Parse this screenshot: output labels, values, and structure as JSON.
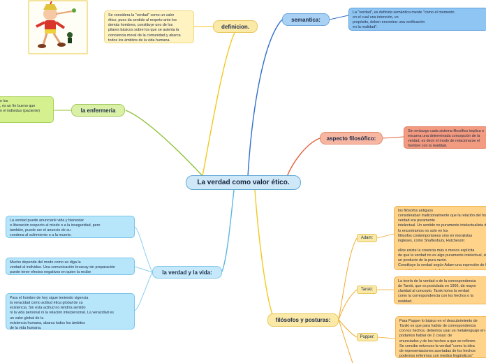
{
  "center": "La verdad como valor ético.",
  "branches": {
    "definicion": {
      "label": "definicion.",
      "note": "Se considera la \"verdad\" como un valor\nético, pues da sentido al respeto ante los\ndemás hombres, constituye uno de los\npilares básicos sobre los que se asienta la\nconciencia moral de la comunidad y abarca\ntodos los ámbitos de la vida humana."
    },
    "semantica": {
      "label": "semantica:",
      "note": "La \"verdad\", es definida semántica mente \"como el momento\nen el cual una intención, un\npropósito, deben encontrar una verificación\nen la realidad\"."
    },
    "aspecto": {
      "label": "aspecto filosófico:",
      "note": "Sin embargo cada sistema filosófico implica o\nencarna una determinada concepción de la\nverdad, es decir el modo de relacionarse el\nhombre con la realidad."
    },
    "enfermeria": {
      "label": "la enfermeria",
      "note": "e los\n, es un fin bueno que\nn el individuo (paciente)"
    },
    "vida": {
      "label": "la verdad y la vida:",
      "notes": [
        "La verdad puede anunciarle vida y bienestar\no liberación respecto al miedo o a la inseguridad, pero\ntambién, puede ser el anuncio de su\ncondena al sufrimiento o a la muerte.",
        "Mucho depende del modo como se diga la\nverdad al individuo. Una comunicación bruscay sin preparación\npuede tener efectos negativos en quien la recibe",
        "Para el hombre de hoy sigue teniendo vigencia\nla veracidad como actitud ética global de su\nexistencia. Sin esta actitud no tendría sentido\nni la vida personal ni la relación interpersonal. La veracidad es\nun valor global de la\nexistencia humana, abarca todos los ámbitos\nde la vida humana."
      ]
    },
    "filosofos": {
      "label": "filósofos y posturas:",
      "subs": [
        {
          "label": "Adam:",
          "note": "los filósofos antiguos\nconsideraban tradicionalmente que la relación del hombre con la\nverdad era puramente\nintelectual. Un sentido no puramente intelectualista de la verdad\nlo encontramos no solo en los\nfilósofos contemporáneos sino en moralistas\ningleses, como Shaftesbury, Hutcheson:\n\nellos existe la creencia más o menos explícita\nde que la verdad no es algo puramente intelectual, sino que es\nun producto de la pura razón.\nConstituye la verdad según Adam una expresión de la\nconvirtiéndose en verdad absoluta cuando es"
        },
        {
          "label": "Tarski:",
          "note": "La teoría de la verdad o de la correspondencia\nde Tarski, que es postulada en 1956, dá mayor\nclaridad al concepto. Tarski toma la verdad\ncomo la correspondencia con los hechos o la\nrealidad."
        },
        {
          "label": "Popper:",
          "note": "Para Popper lo básico en el descubrimiento de\nTarski es que para hablar de correspondencia\ncon los hechos, debemos usar un metalenguaje en el que\npodamos hablar de 2 cosas: de\nenunciados y de los hechos a que se refieren.\nSe concibe entonces la verdad \"como la idea\nde representaciones acertadas de los hechos\npodemos referirnos con medios lingüísticos\""
        }
      ]
    }
  },
  "colors": {
    "yellow": "#f2c81d",
    "blue": "#2f6fcb",
    "salmon": "#e0623e",
    "green": "#8fc23a",
    "cyan": "#5db7e3",
    "orange": "#f0a92a"
  },
  "image": {
    "name": "pinocchio-illustration"
  }
}
